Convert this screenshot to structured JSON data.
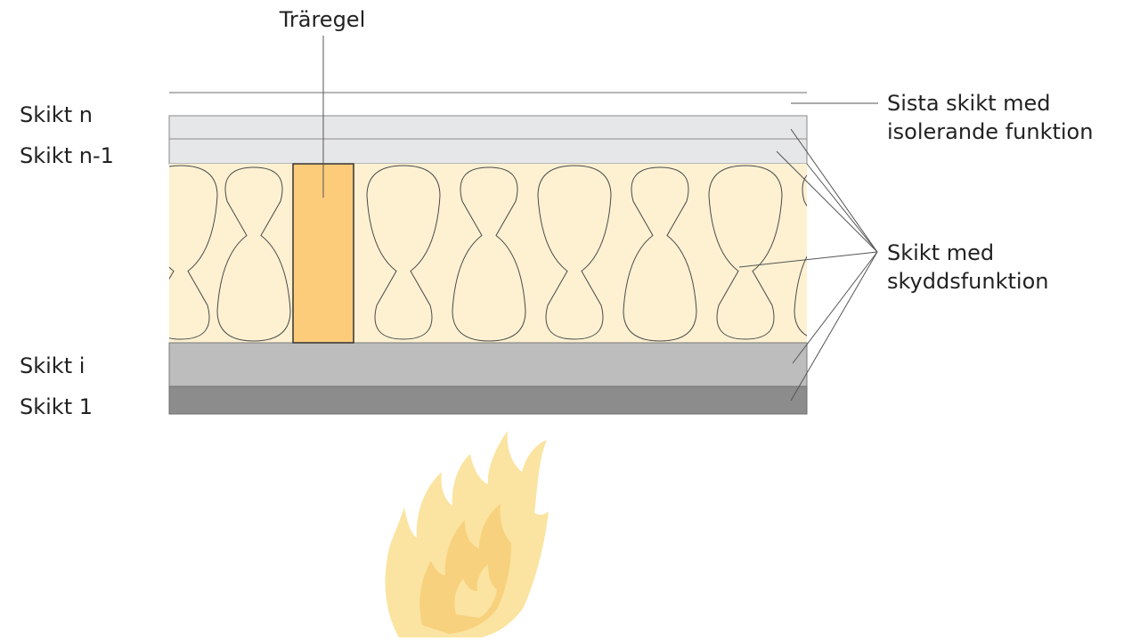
{
  "labels": {
    "stud": "Träregel",
    "layer_n": "Skikt n",
    "layer_n_minus_1": "Skikt n-1",
    "layer_i": "Skikt i",
    "layer_1": "Skikt 1",
    "last_layer_line1": "Sista skikt med",
    "last_layer_line2": "isolerande funktion",
    "protective_line1": "Skikt med",
    "protective_line2": "skyddsfunktion"
  },
  "colors": {
    "insulation": "#fdf1d2",
    "stud": "#fdcc7b",
    "board_light": "#e6e7e8",
    "board_mid": "#bdbdbd",
    "board_dark": "#8c8c8c",
    "flame_outer": "#fbe4a1",
    "flame_inner": "#f8d17e",
    "line": "#555555"
  },
  "icons": {
    "fire": "fire-icon"
  }
}
